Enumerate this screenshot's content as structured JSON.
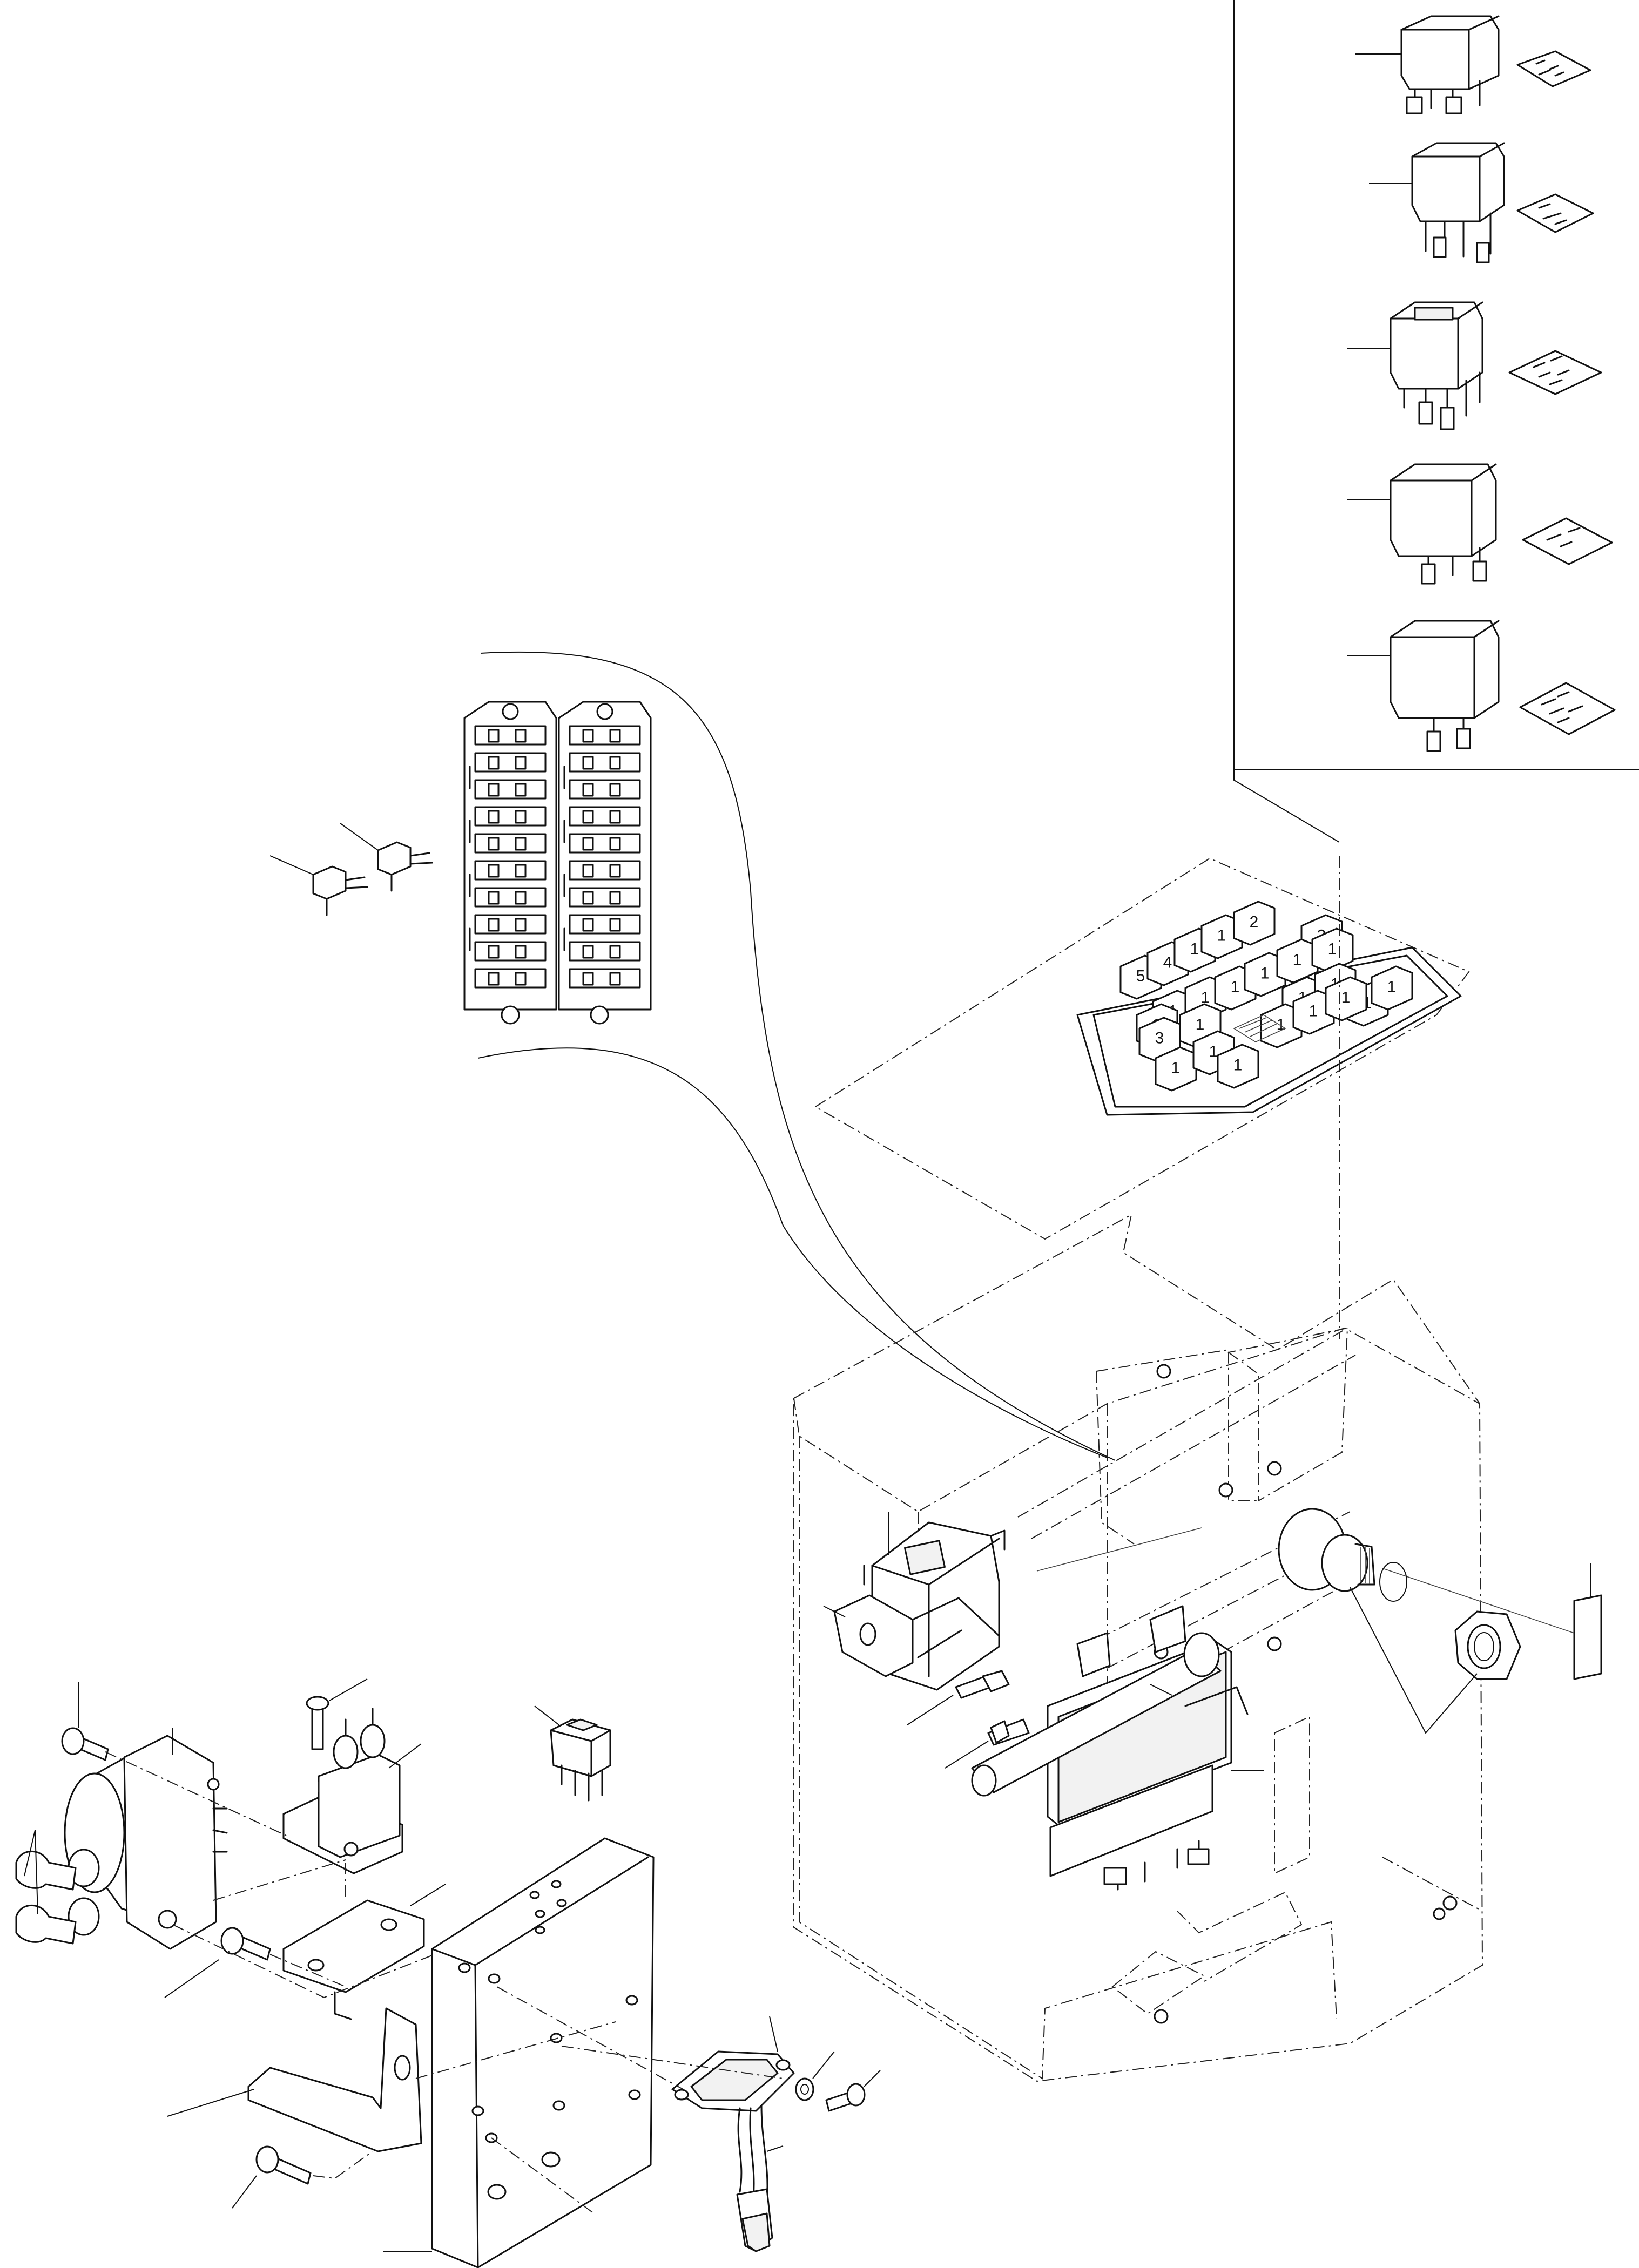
{
  "relay_board": {
    "relay_numbers": [
      "5",
      "4",
      "1",
      "1",
      "2",
      "3",
      "1",
      "1",
      "1",
      "1",
      "1",
      "1",
      "1",
      "1",
      "1",
      "1",
      "1",
      "3",
      "1",
      "1",
      "1",
      "1",
      "1",
      "1",
      "1"
    ]
  }
}
